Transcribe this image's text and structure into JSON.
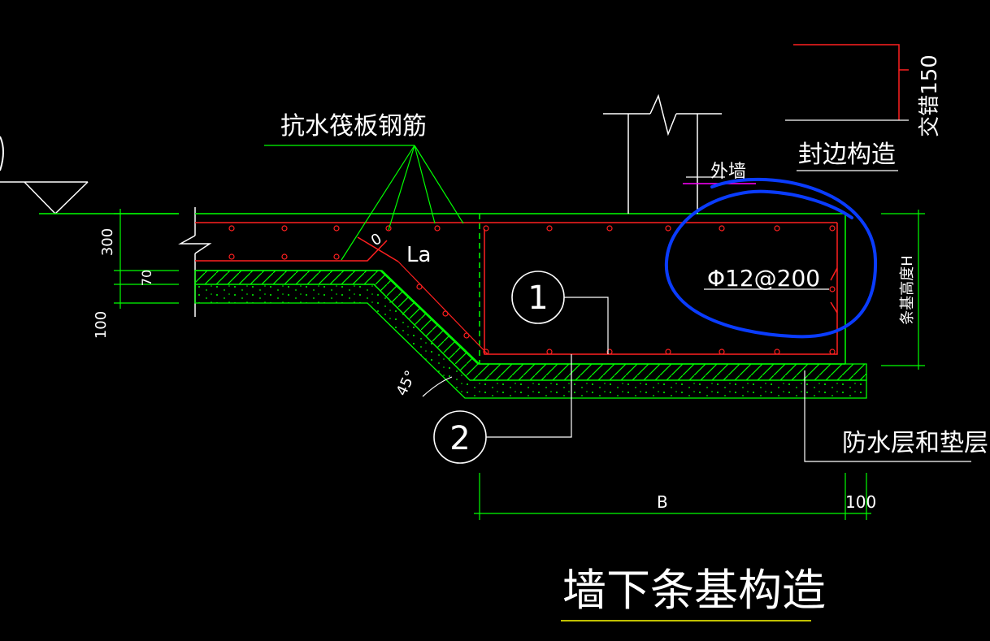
{
  "drawing": {
    "title": "墙下条基构造",
    "labels": {
      "raft_rebar": "抗水筏板钢筋",
      "outer_wall": "外墙",
      "edge_detail": "封边构造",
      "overlap": "交错150",
      "anchorage": "La",
      "rebar_spec": "Φ12@200",
      "waterproof": "防水层和垫层",
      "strip_height": "条基高度H",
      "angle": "45°",
      "circle_left_partial": "0"
    },
    "callouts": [
      "1",
      "2"
    ],
    "dimensions": {
      "left": [
        "300",
        "70",
        "100"
      ],
      "bottom": [
        "B",
        "100"
      ]
    },
    "colors": {
      "background": "#000000",
      "lines": "#00ff00",
      "rebar": "#ff2020",
      "text": "#ffffff",
      "annotation": "#0a3cff",
      "leader": "#ff00ff",
      "title_underline": "#ffff00"
    }
  }
}
